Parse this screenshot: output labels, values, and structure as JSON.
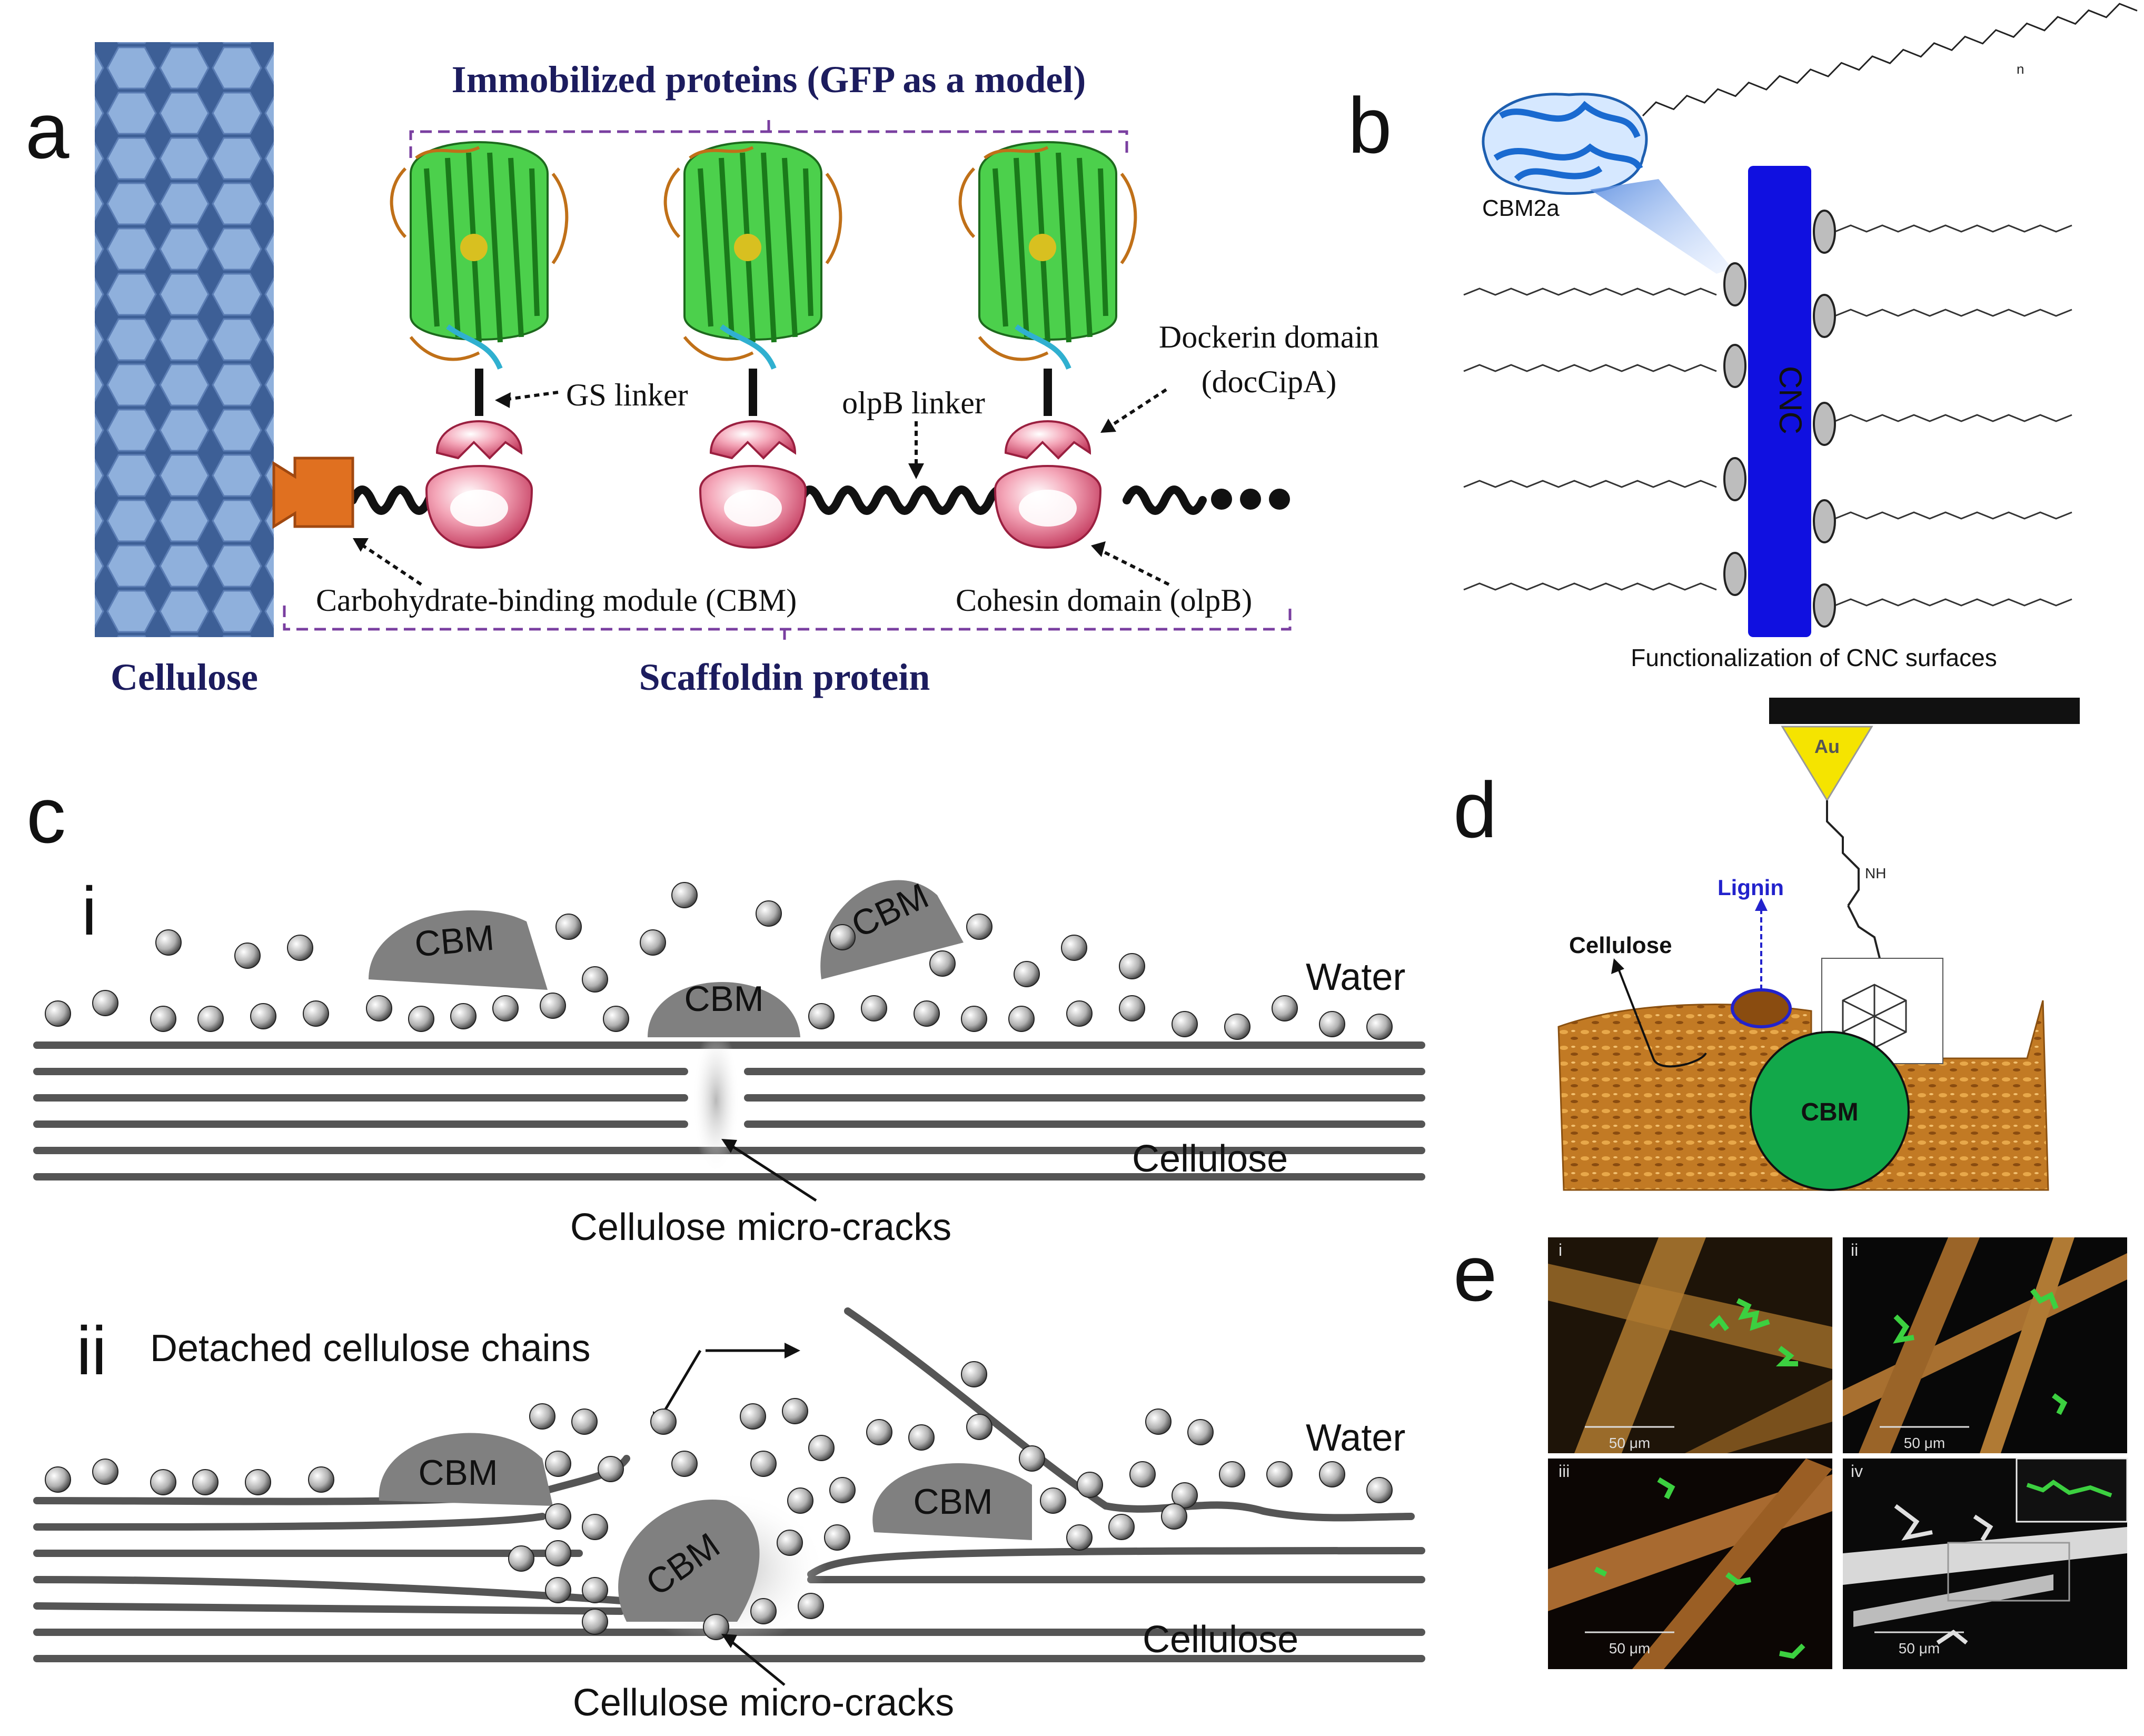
{
  "panel_labels": {
    "a": "a",
    "b": "b",
    "c": "c",
    "d": "d",
    "e": "e"
  },
  "panel_a": {
    "title": "Immobilized proteins (GFP as a model)",
    "cellulose_label": "Cellulose",
    "scaffold_label": "Scaffoldin protein",
    "gs_linker": "GS linker",
    "olpb_linker": "olpB linker",
    "dockerin_line1": "Dockerin domain",
    "dockerin_line2": "(docCipA)",
    "cbm_label": "Carbohydrate-binding module (CBM)",
    "cohesin_label": "Cohesin domain (olpB)",
    "ellipsis": "●●●"
  },
  "panel_b": {
    "protein_label": "CBM2a",
    "rod_label": "CNC",
    "caption": "Functionalization of CNC surfaces",
    "polymer_end_label": "n"
  },
  "panel_c": {
    "sub_i": "i",
    "sub_ii": "ii",
    "cbm": "CBM",
    "water": "Water",
    "cellulose": "Cellulose",
    "microcracks": "Cellulose micro-cracks",
    "detached": "Detached cellulose chains"
  },
  "panel_d": {
    "tip_label": "Au",
    "lignin": "Lignin",
    "cellulose": "Cellulose",
    "cbm": "CBM",
    "nh": "NH"
  },
  "panel_e": {
    "sub_labels": [
      "i",
      "ii",
      "iii",
      "iv"
    ],
    "scalebar": "50 μm"
  },
  "colors": {
    "navy_text": "#1c1c5e",
    "cellulose_hex": "#8fb0dc",
    "cbm_orange": "#e07020",
    "gfp_green": "#3cc83c",
    "cnc_blue": "#1010e0",
    "cbm_grey": "#7a7a7a",
    "afm_orange": "#c8781e",
    "cbm_green": "#12a84a",
    "tip_yellow": "#f5e400",
    "lignin_blue": "#2222cc"
  }
}
